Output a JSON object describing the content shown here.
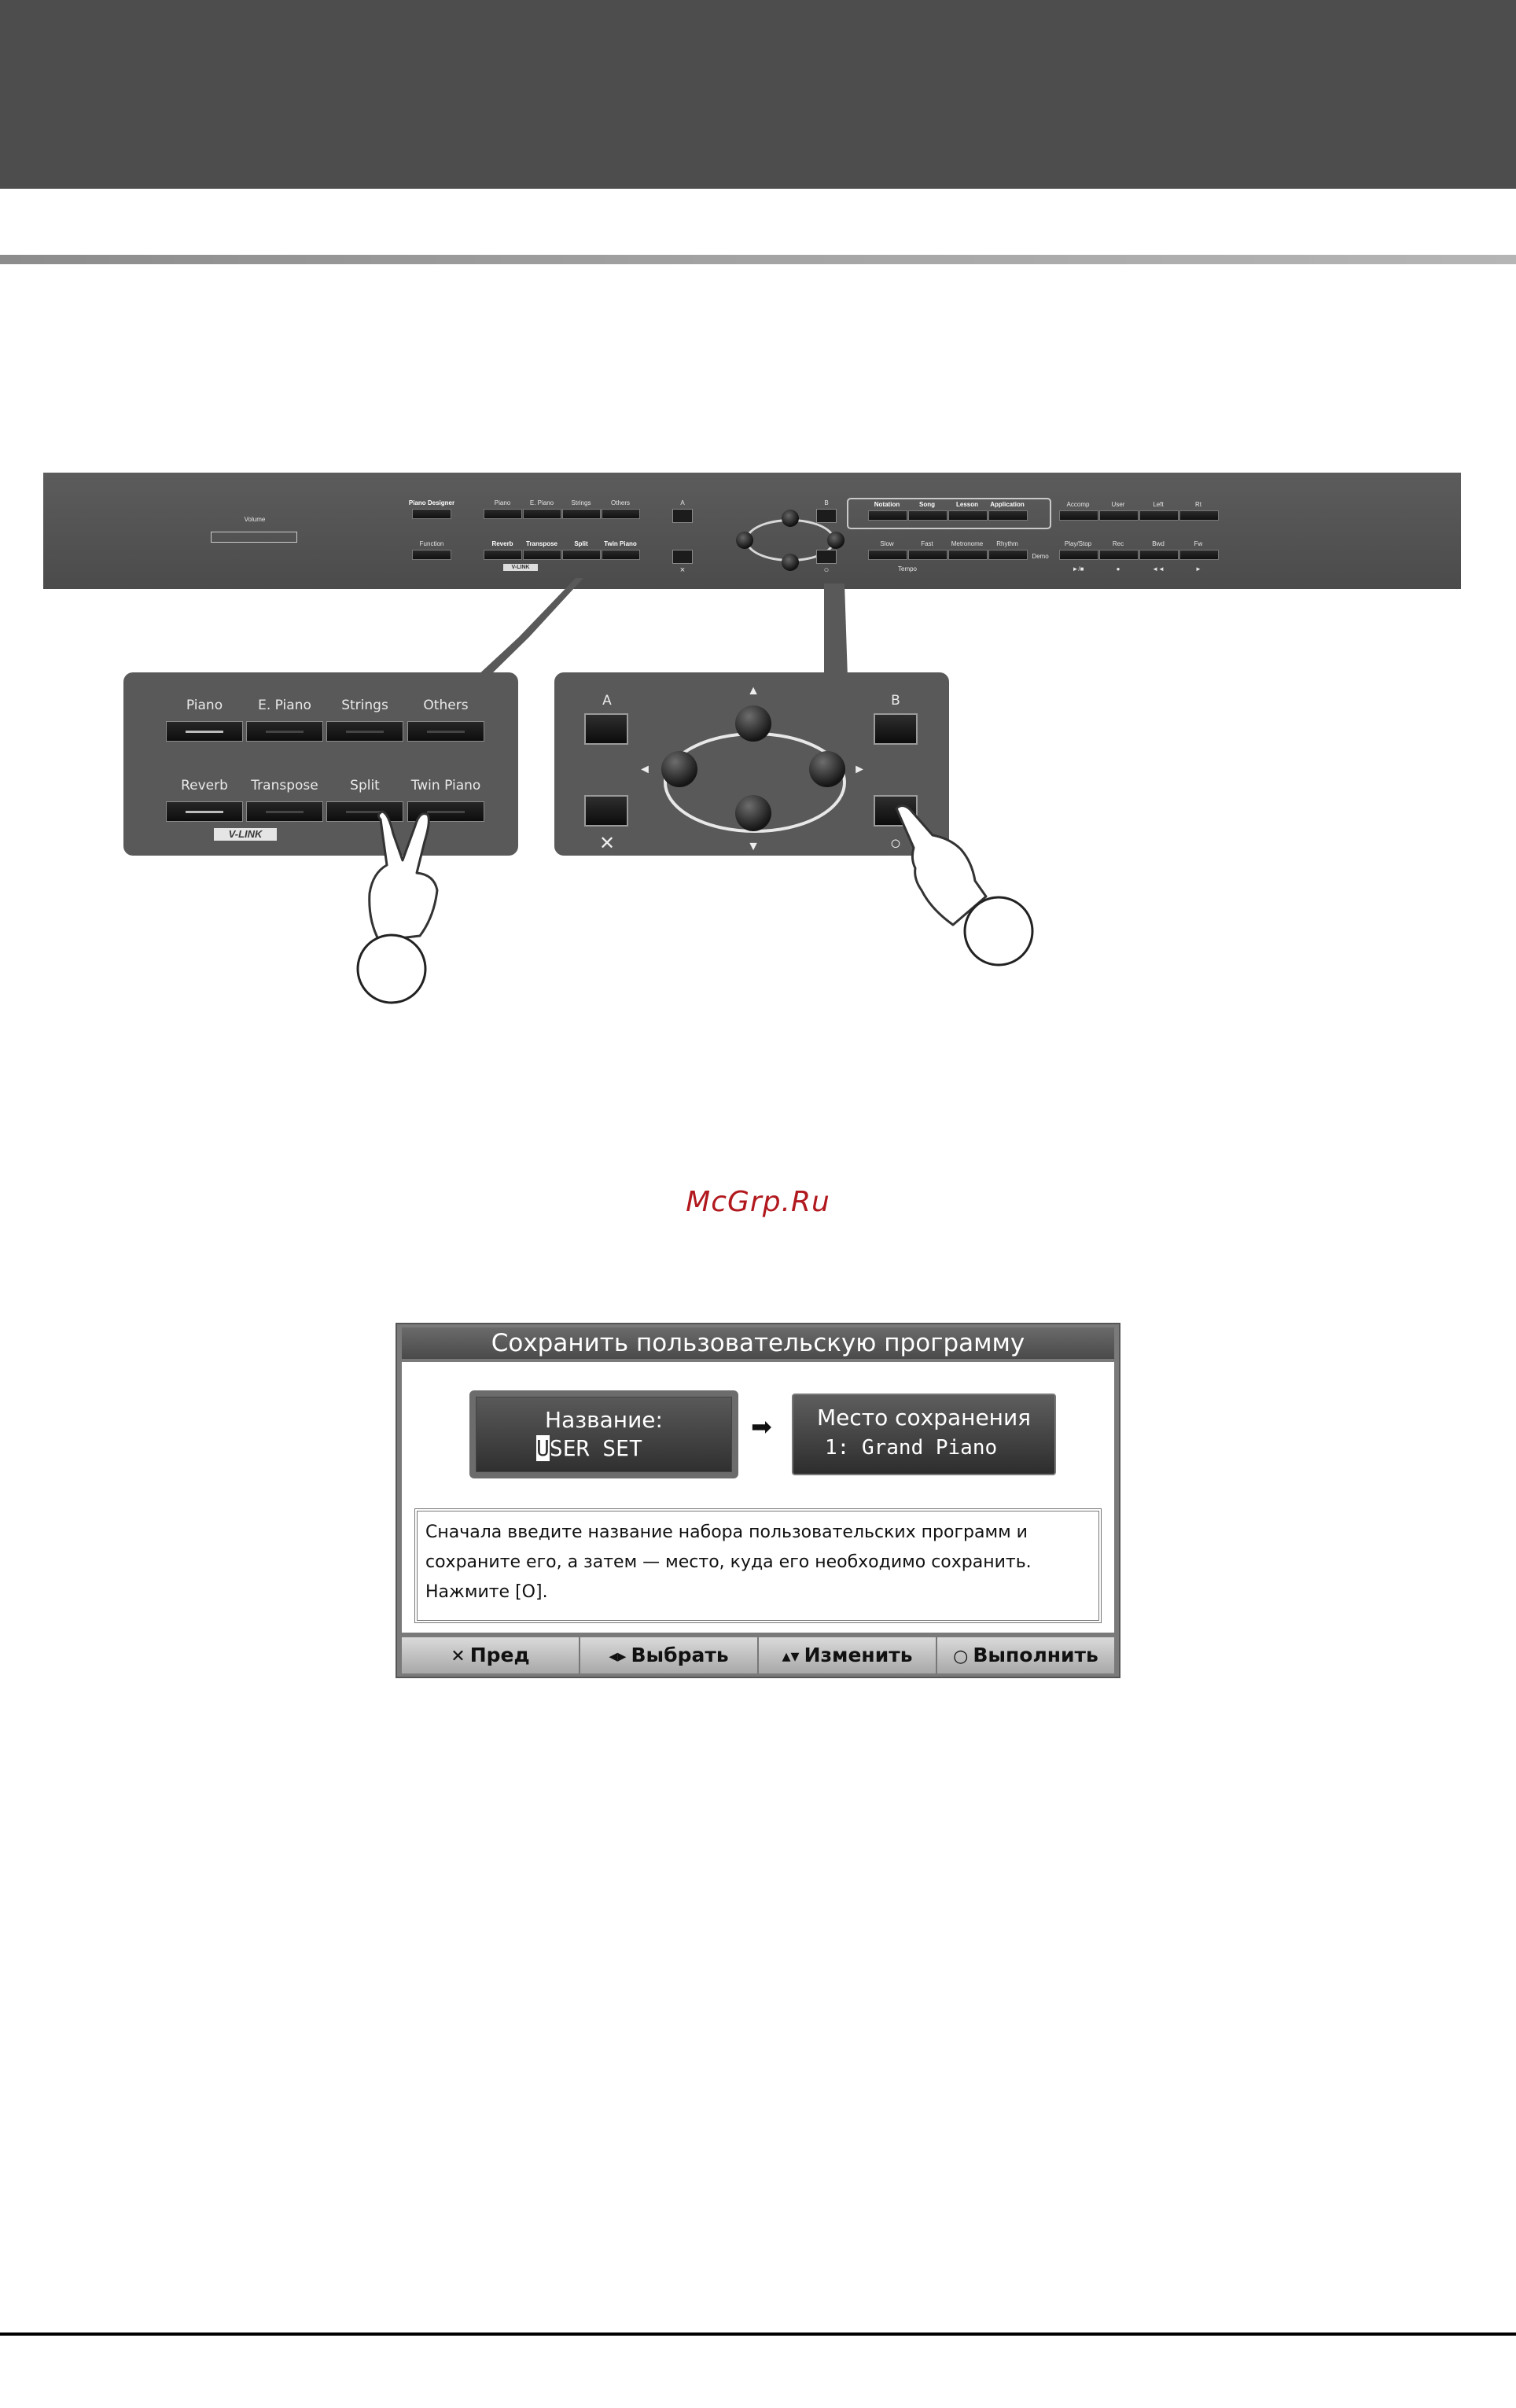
{
  "panel": {
    "volume_label": "Volume",
    "piano_designer_label": "Piano Designer",
    "function_label": "Function",
    "tone_labels": [
      "Piano",
      "E. Piano",
      "Strings",
      "Others"
    ],
    "tone_labels_lower": [
      "Reverb",
      "Transpose",
      "Split",
      "Twin Piano"
    ],
    "a_label": "A",
    "b_label": "B",
    "x_symbol": "×",
    "o_symbol": "○",
    "group_labels": [
      "Notation",
      "Song",
      "Lesson",
      "Application"
    ],
    "group_labels_lower": [
      "Slow",
      "Fast",
      "Metronome",
      "Rhythm"
    ],
    "tempo_label": "Tempo",
    "player_labels": [
      "Accomp",
      "User",
      "Left",
      "Rt"
    ],
    "player_labels_lower": [
      "Play/Stop",
      "Rec",
      "Bwd",
      "Fw"
    ],
    "demo_label": "Demo",
    "transport_symbols": [
      "►/■",
      "●",
      "◄◄",
      "►"
    ],
    "vlink": "V-LINK"
  },
  "callout_left": {
    "top_labels": [
      "Piano",
      "E. Piano",
      "Strings",
      "Others"
    ],
    "bottom_labels": [
      "Reverb",
      "Transpose",
      "Split",
      "Twin Piano"
    ],
    "vlink": "V-LINK"
  },
  "callout_right": {
    "a_label": "A",
    "b_label": "B",
    "up": "▲",
    "down": "▼",
    "left": "◄",
    "right": "►",
    "x_symbol": "✕",
    "o_symbol": "○"
  },
  "watermark": "McGrp.Ru",
  "screen": {
    "title": "Сохранить пользовательскую программу",
    "name_label": "Название:",
    "name_cursor_char": "U",
    "name_rest": "SER SET",
    "arrow": "➡",
    "dest_label": "Место сохранения",
    "dest_value": "1: Grand Piano",
    "message": "Сначала введите название набора пользовательских программ и сохраните его, а затем — место, куда его необходимо сохранить. Нажмите [O].",
    "footer": [
      {
        "icon": "✕",
        "label": "Пред"
      },
      {
        "icon": "◂▸",
        "label": "Выбрать"
      },
      {
        "icon": "▴▾",
        "label": "Изменить"
      },
      {
        "icon": "○",
        "label": "Выполнить"
      }
    ]
  }
}
